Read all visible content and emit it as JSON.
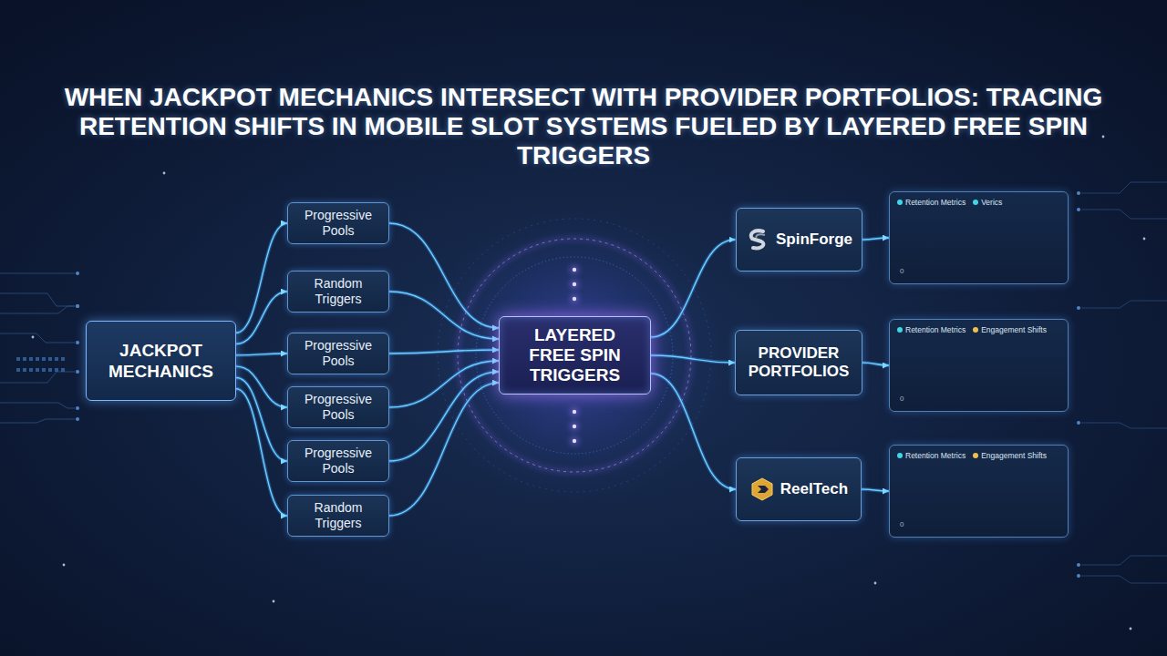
{
  "diagram": {
    "title": "WHEN JACKPOT MECHANICS INTERSECT WITH PROVIDER PORTFOLIOS: TRACING RETENTION SHIFTS IN MOBILE SLOT SYSTEMS FUELED BY LAYERED FREE SPIN TRIGGERS",
    "nodes": [
      {
        "text": [
          "JACKPOT MECHANICS"
        ]
      },
      {
        "text": [
          "Progressive Pools"
        ]
      },
      {
        "text": [
          "Random Triggers"
        ]
      },
      {
        "text": [
          "Progressive Pools"
        ]
      },
      {
        "text": [
          "Progressive Pools"
        ]
      },
      {
        "text": [
          "Progressive Pools"
        ]
      },
      {
        "text": [
          "Random Triggers"
        ]
      },
      {
        "text": [
          "LAYERED FREE SPIN TRIGGERS"
        ]
      },
      {
        "text": [
          "SpinForge"
        ]
      },
      {
        "text": [
          "PROVIDER PORTFOLIOS"
        ]
      },
      {
        "text": [
          "ReelTech"
        ]
      },
      {
        "text": [
          "Retention Metrics",
          "Verics"
        ]
      },
      {
        "text": [
          "Retention Metrics",
          "Engagement Shifts"
        ]
      },
      {
        "text": [
          "Retention Metrics",
          "Engagement Shifts"
        ]
      }
    ],
    "edges": [
      {
        "from": 0,
        "to": 1,
        "arrow": "to"
      },
      {
        "from": 0,
        "to": 2,
        "arrow": "to"
      },
      {
        "from": 0,
        "to": 3,
        "arrow": "to"
      },
      {
        "from": 0,
        "to": 4,
        "arrow": "to"
      },
      {
        "from": 0,
        "to": 5,
        "arrow": "to"
      },
      {
        "from": 0,
        "to": 6,
        "arrow": "to"
      },
      {
        "from": 1,
        "to": 7,
        "arrow": "to"
      },
      {
        "from": 2,
        "to": 7,
        "arrow": "to"
      },
      {
        "from": 3,
        "to": 7,
        "arrow": "to"
      },
      {
        "from": 4,
        "to": 7,
        "arrow": "to"
      },
      {
        "from": 5,
        "to": 7,
        "arrow": "to"
      },
      {
        "from": 6,
        "to": 7,
        "arrow": "to"
      },
      {
        "from": 7,
        "to": 8,
        "arrow": "to"
      },
      {
        "from": 7,
        "to": 9,
        "arrow": "to"
      },
      {
        "from": 7,
        "to": 10,
        "arrow": "to"
      },
      {
        "from": 8,
        "to": 11,
        "arrow": "to"
      },
      {
        "from": 9,
        "to": 12,
        "arrow": "to"
      },
      {
        "from": 10,
        "to": 13,
        "arrow": "to"
      }
    ],
    "labels": [
      "0",
      "0",
      "0"
    ]
  }
}
